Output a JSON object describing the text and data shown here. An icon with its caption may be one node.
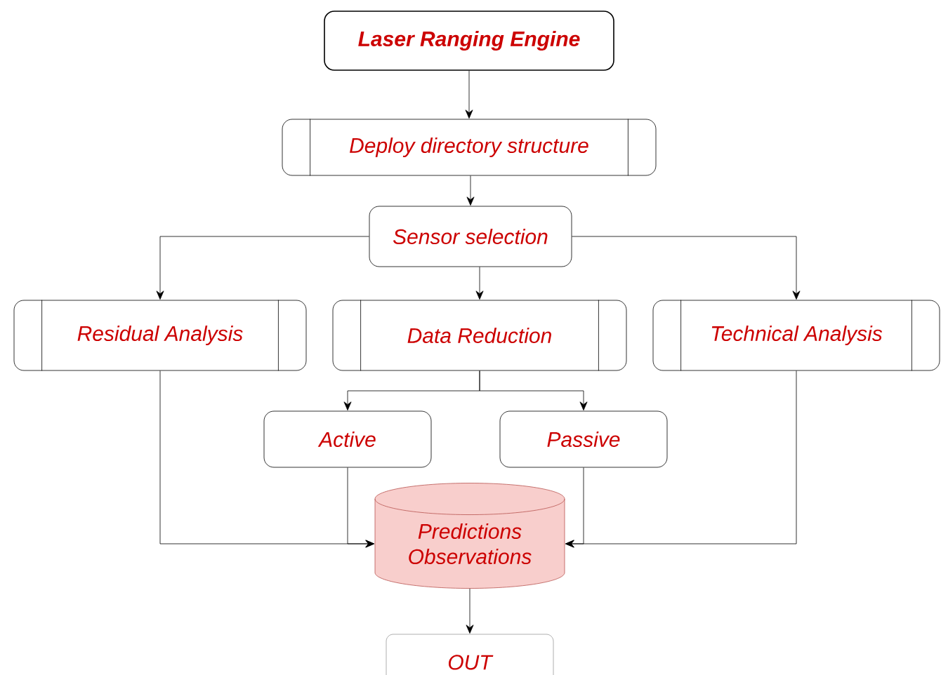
{
  "diagram": {
    "nodes": [
      {
        "text": [
          "**Laser Ranging Engine**"
        ]
      },
      {
        "text": [
          "Deploy directory structure"
        ]
      },
      {
        "text": [
          "Sensor selection"
        ]
      },
      {
        "text": [
          "Residual Analysis"
        ]
      },
      {
        "text": [
          "Data Reduction"
        ]
      },
      {
        "text": [
          "Technical Analysis"
        ]
      },
      {
        "text": [
          "Active"
        ]
      },
      {
        "text": [
          "Passive"
        ]
      },
      {
        "text": [
          "Predictions Observations"
        ]
      },
      {
        "text": [
          "OUT"
        ]
      }
    ],
    "edges": [
      {
        "from": 0,
        "to": 1,
        "arrow": "to"
      },
      {
        "from": 1,
        "to": 2,
        "arrow": "to"
      },
      {
        "from": 2,
        "to": 3,
        "arrow": "to"
      },
      {
        "from": 2,
        "to": 4,
        "arrow": "to"
      },
      {
        "from": 2,
        "to": 5,
        "arrow": "to"
      },
      {
        "from": 4,
        "to": 6,
        "arrow": "to"
      },
      {
        "from": 4,
        "to": 7,
        "arrow": "to"
      },
      {
        "from": 3,
        "to": 8,
        "arrow": "to"
      },
      {
        "from": 6,
        "to": 8,
        "arrow": "to"
      },
      {
        "from": 7,
        "to": 8,
        "arrow": "to"
      },
      {
        "from": 5,
        "to": 8,
        "arrow": "to"
      },
      {
        "from": 8,
        "to": 9,
        "arrow": "to"
      }
    ]
  }
}
